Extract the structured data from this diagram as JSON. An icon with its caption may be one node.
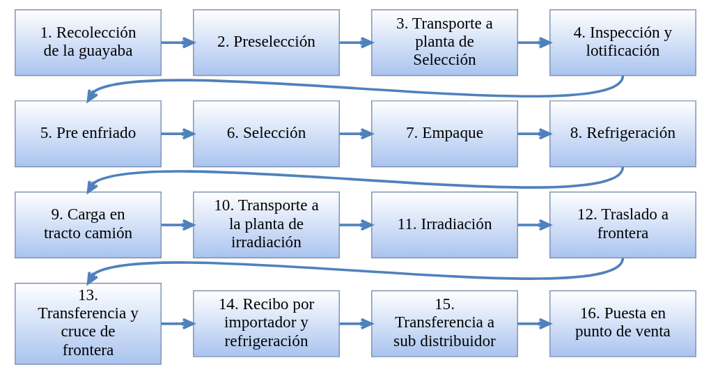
{
  "diagram": {
    "nodes": [
      {
        "text": [
          "1. Recolección de la guayaba"
        ]
      },
      {
        "text": [
          "2. Preselección"
        ]
      },
      {
        "text": [
          "3. Transporte a planta de Selección"
        ]
      },
      {
        "text": [
          "4. Inspección y lotificación"
        ]
      },
      {
        "text": [
          "5. Pre enfriado"
        ]
      },
      {
        "text": [
          "6. Selección"
        ]
      },
      {
        "text": [
          "7. Empaque"
        ]
      },
      {
        "text": [
          "8. Refrigeración"
        ]
      },
      {
        "text": [
          "9. Carga en tracto camión"
        ]
      },
      {
        "text": [
          "10. Transporte a la planta de irradiación"
        ]
      },
      {
        "text": [
          "11. Irradiación"
        ]
      },
      {
        "text": [
          "12. Traslado a frontera"
        ]
      },
      {
        "text": [
          "13. Transferencia y cruce de frontera"
        ]
      },
      {
        "text": [
          "14. Recibo por importador y refrigeración"
        ]
      },
      {
        "text": [
          "15. Transferencia a sub distribuidor"
        ]
      },
      {
        "text": [
          "16. Puesta en punto de venta"
        ]
      }
    ],
    "edges": [
      {
        "from": 0,
        "to": 1,
        "arrow": "to"
      },
      {
        "from": 1,
        "to": 2,
        "arrow": "to"
      },
      {
        "from": 2,
        "to": 3,
        "arrow": "to"
      },
      {
        "from": 3,
        "to": 4,
        "arrow": "to"
      },
      {
        "from": 4,
        "to": 5,
        "arrow": "to"
      },
      {
        "from": 5,
        "to": 6,
        "arrow": "to"
      },
      {
        "from": 6,
        "to": 7,
        "arrow": "to"
      },
      {
        "from": 7,
        "to": 8,
        "arrow": "to"
      },
      {
        "from": 8,
        "to": 9,
        "arrow": "to"
      },
      {
        "from": 9,
        "to": 10,
        "arrow": "to"
      },
      {
        "from": 10,
        "to": 11,
        "arrow": "to"
      },
      {
        "from": 11,
        "to": 12,
        "arrow": "to"
      },
      {
        "from": 12,
        "to": 13,
        "arrow": "to"
      },
      {
        "from": 13,
        "to": 14,
        "arrow": "to"
      },
      {
        "from": 14,
        "to": 15,
        "arrow": "to"
      }
    ]
  }
}
